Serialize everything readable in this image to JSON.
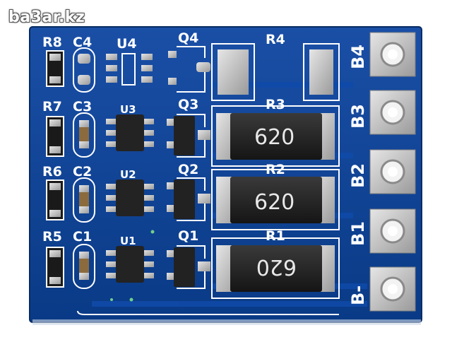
{
  "watermark": "ba3ar.kz",
  "designators": {
    "r8": "R8",
    "c4": "C4",
    "u4": "U4",
    "q4": "Q4",
    "r4": "R4",
    "r7": "R7",
    "c3": "C3",
    "u3": "U3",
    "q3": "Q3",
    "r3": "R3",
    "r6": "R6",
    "c2": "C2",
    "u2": "U2",
    "q2": "Q2",
    "r2": "R2",
    "r5": "R5",
    "c1": "C1",
    "u1": "U1",
    "q1": "Q1",
    "r1": "R1"
  },
  "terminals": {
    "b4": "B4",
    "b3": "B3",
    "b2": "B2",
    "b1": "B1",
    "bminus": "B-"
  },
  "resistor_codes": {
    "r3": "620",
    "r2": "620",
    "r1": "620"
  },
  "colors": {
    "pcb": "#0b3d8f",
    "silkscreen": "#ffffff",
    "pad": "#c9c9c9",
    "component": "#1d1d1d"
  }
}
